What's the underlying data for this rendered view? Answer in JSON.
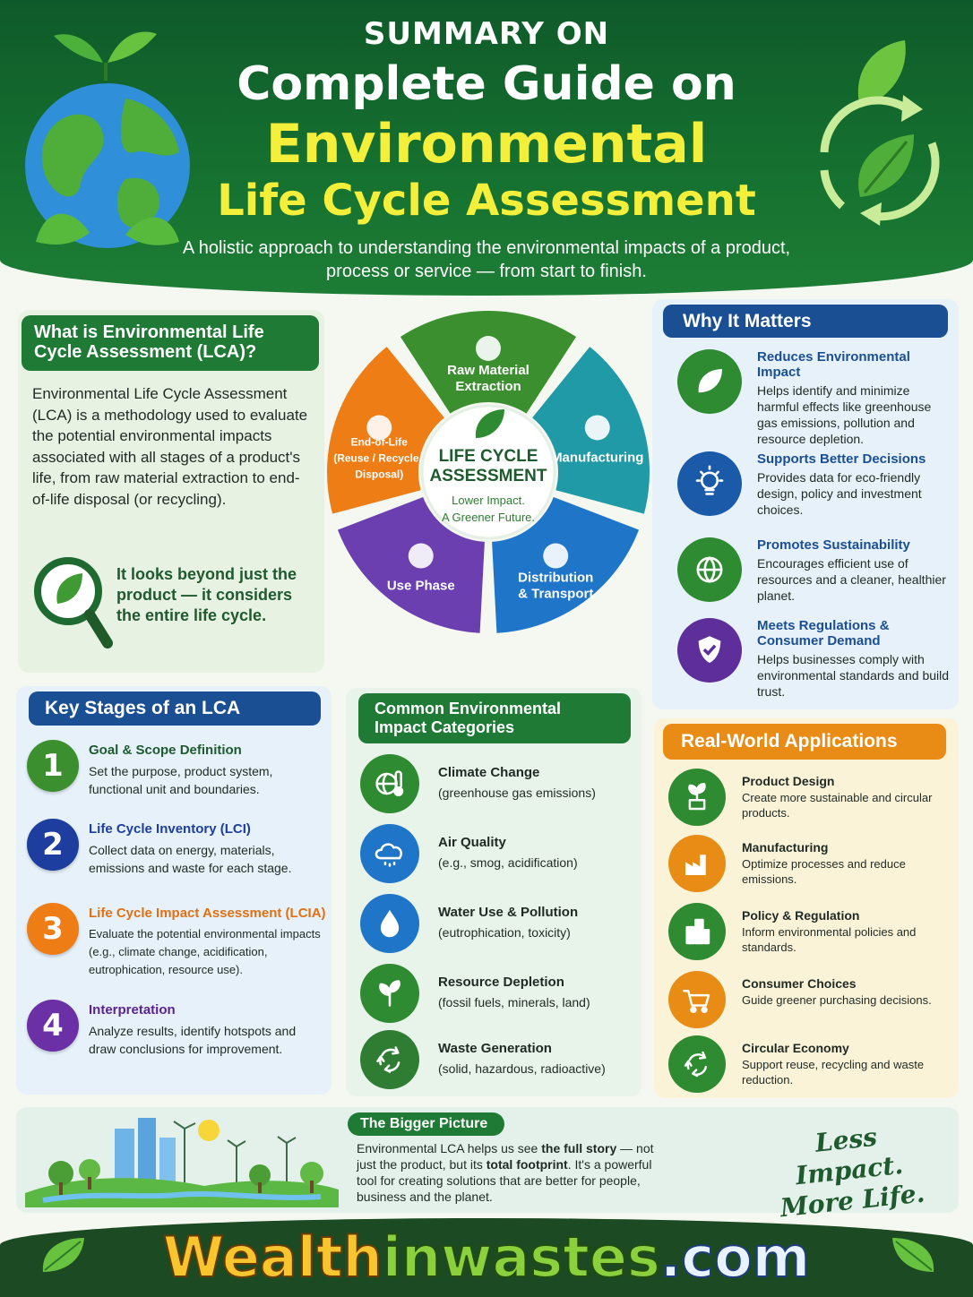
{
  "header": {
    "line1": "SUMMARY ON",
    "line2": "Complete Guide on",
    "line3": "Environmental",
    "line4": "Life Cycle Assessment",
    "subtitle": "A holistic approach to understanding the environmental impacts of a product, process or service — from start to finish."
  },
  "what_is": {
    "title": "What is Environmental Life Cycle Assessment (LCA)?",
    "text": "Environmental Life Cycle Assessment (LCA) is a methodology used to evaluate the potential environmental impacts associated with all stages of a product's life, from raw material extraction to end-of-life disposal (or recycling).",
    "callout": "It looks beyond just the product — it considers the entire life cycle."
  },
  "wheel": {
    "center_title_1": "LIFE CYCLE",
    "center_title_2": "ASSESSMENT",
    "center_tag_1": "Lower Impact.",
    "center_tag_2": "A Greener Future.",
    "segments": [
      {
        "label_1": "Raw Material",
        "label_2": "Extraction",
        "color": "#3b8f2e"
      },
      {
        "label_1": "Manufacturing",
        "label_2": "",
        "color": "#1f9aa6"
      },
      {
        "label_1": "Distribution",
        "label_2": "& Transport",
        "color": "#1f76c9"
      },
      {
        "label_1": "Use Phase",
        "label_2": "",
        "color": "#6b3fb0"
      },
      {
        "label_1": "End-of-Life",
        "label_2": "(Reuse / Recycle /",
        "label_3": "Disposal)",
        "color": "#ee7d16"
      }
    ]
  },
  "why": {
    "title": "Why It Matters",
    "items": [
      {
        "head": "Reduces Environmental Impact",
        "body": "Helps identify and minimize harmful effects like greenhouse gas emissions, pollution and resource depletion.",
        "icon": "leaf-icon",
        "color": "#2e8b32"
      },
      {
        "head": "Supports Better Decisions",
        "body": "Provides data for eco-friendly design, policy and investment choices.",
        "icon": "lightbulb-icon",
        "color": "#1a5aa8"
      },
      {
        "head": "Promotes Sustainability",
        "body": "Encourages efficient use of resources and a cleaner, healthier planet.",
        "icon": "globe-icon",
        "color": "#2e8b32"
      },
      {
        "head": "Meets Regulations & Consumer Demand",
        "body": "Helps businesses comply with environmental standards and build trust.",
        "icon": "shield-check-icon",
        "color": "#5e2f9a"
      }
    ]
  },
  "stages": {
    "title": "Key Stages of an LCA",
    "items": [
      {
        "num": "1",
        "head": "Goal & Scope Definition",
        "body": "Set the purpose, product system, functional unit and boundaries.",
        "color": "#3b8f2e"
      },
      {
        "num": "2",
        "head": "Life Cycle Inventory (LCI)",
        "body": "Collect data on energy, materials, emissions and waste for each stage.",
        "color": "#1d3e9e"
      },
      {
        "num": "3",
        "head": "Life Cycle Impact Assessment (LCIA)",
        "body": "Evaluate the potential environmental impacts (e.g., climate change, acidification, eutrophication, resource use).",
        "color": "#ee7d16"
      },
      {
        "num": "4",
        "head": "Interpretation",
        "body": "Analyze results, identify hotspots and draw conclusions for improvement.",
        "color": "#6b2fa6"
      }
    ]
  },
  "impact": {
    "title": "Common Environmental Impact Categories",
    "items": [
      {
        "head": "Climate Change",
        "body": "(greenhouse gas emissions)",
        "icon": "thermometer-globe-icon",
        "color": "#2e8b32"
      },
      {
        "head": "Air Quality",
        "body": "(e.g., smog, acidification)",
        "icon": "cloud-icon",
        "color": "#1f76c9"
      },
      {
        "head": "Water Use & Pollution",
        "body": "(eutrophication, toxicity)",
        "icon": "water-drop-icon",
        "color": "#1f76c9"
      },
      {
        "head": "Resource Depletion",
        "body": "(fossil fuels, minerals, land)",
        "icon": "plant-icon",
        "color": "#2e8b32"
      },
      {
        "head": "Waste Generation",
        "body": "(solid, hazardous, radioactive)",
        "icon": "recycle-icon",
        "color": "#2e7d32"
      }
    ]
  },
  "real_world": {
    "title": "Real-World Applications",
    "items": [
      {
        "head": "Product Design",
        "body": "Create more sustainable and circular products.",
        "icon": "sprout-box-icon",
        "color": "#2e8b32"
      },
      {
        "head": "Manufacturing",
        "body": "Optimize processes and reduce emissions.",
        "icon": "factory-icon",
        "color": "#e88c16"
      },
      {
        "head": "Policy & Regulation",
        "body": "Inform environmental policies and standards.",
        "icon": "buildings-icon",
        "color": "#2e8b32"
      },
      {
        "head": "Consumer Choices",
        "body": "Guide greener purchasing decisions.",
        "icon": "cart-icon",
        "color": "#e88c16"
      },
      {
        "head": "Circular Economy",
        "body": "Support reuse, recycling and waste reduction.",
        "icon": "circular-arrows-icon",
        "color": "#2e8b32"
      }
    ]
  },
  "bigger": {
    "title": "The Bigger Picture",
    "text_1": "Environmental LCA helps us see ",
    "text_bold_1": "the full story",
    "text_2": " — not just the product, but its ",
    "text_bold_2": "total footprint",
    "text_3": ". It's a powerful tool for creating solutions that are better for people, business and the planet.",
    "slogan_1": "Less Impact.",
    "slogan_2": "More Life."
  },
  "footer": {
    "brand_1": "Wealth",
    "brand_2": "inwastes",
    "brand_3": ".com"
  }
}
